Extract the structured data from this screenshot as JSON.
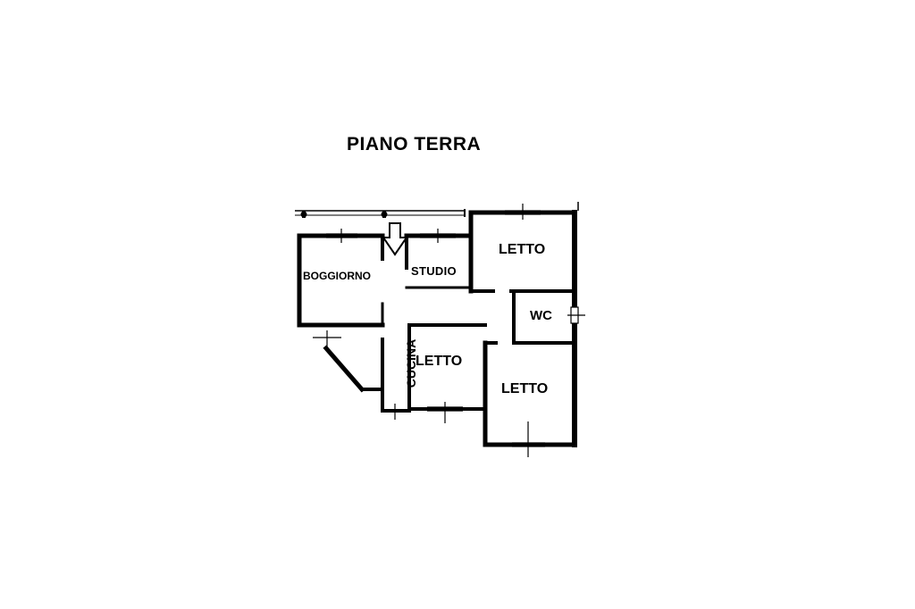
{
  "plan": {
    "title": "PIANO TERRA",
    "rooms": {
      "soggiorno": "BOGGIORNO",
      "studio": "STUDIO",
      "letto_top": "LETTO",
      "wc": "WC",
      "letto_middle": "LETTO",
      "letto_bottom": "LETTO",
      "cucina": "CUCINA"
    }
  }
}
